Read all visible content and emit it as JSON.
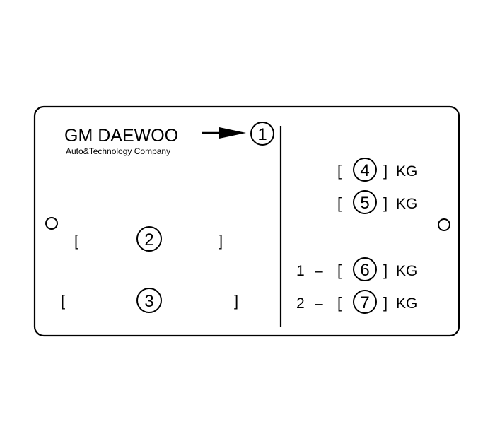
{
  "plate": {
    "brand": "GM DAEWOO",
    "tagline": "Auto&Technology Company",
    "callouts": [
      "1",
      "2",
      "3",
      "4",
      "5",
      "6",
      "7"
    ],
    "bracket_open": "[",
    "bracket_close": "]",
    "unit": "KG",
    "axle_1": "1",
    "axle_2": "2",
    "dash": "–"
  }
}
